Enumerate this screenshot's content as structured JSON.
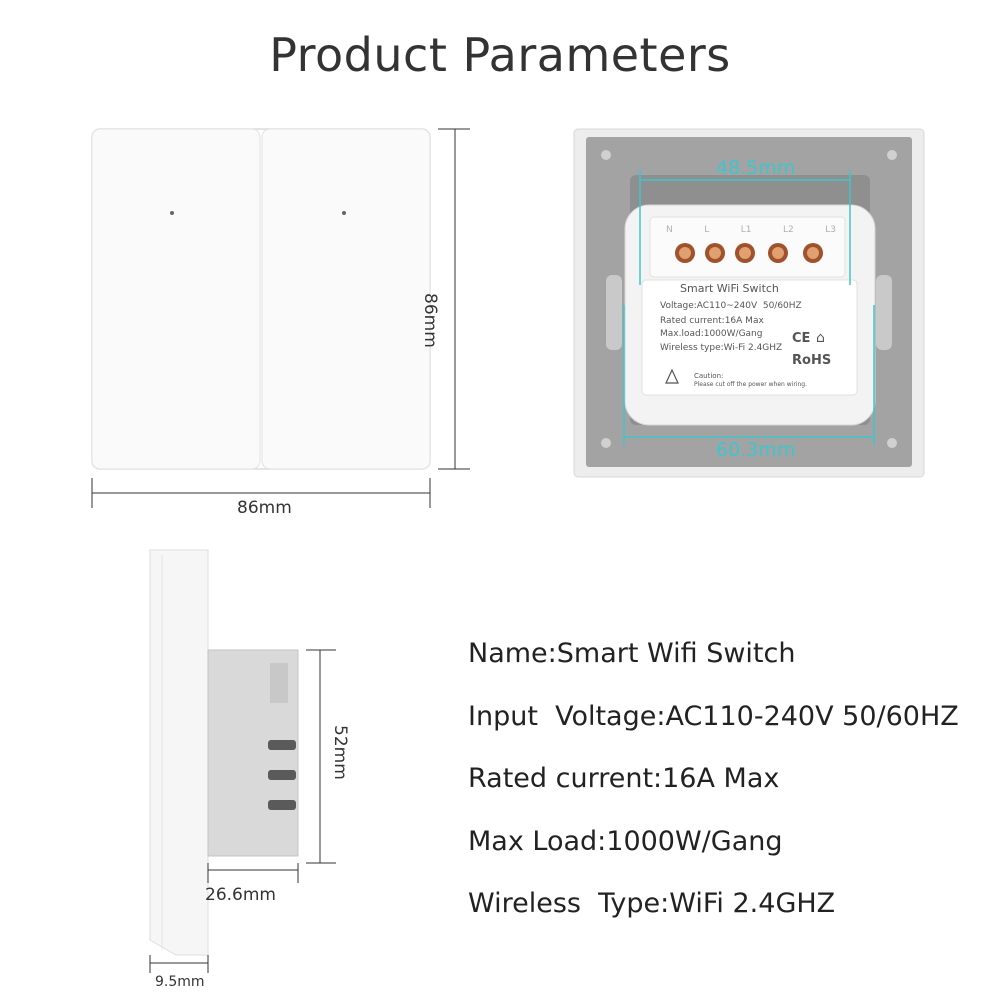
{
  "title": "Product Parameters",
  "front_view": {
    "width_label": "86mm",
    "height_label": "86mm"
  },
  "back_view": {
    "top_label": "48.5mm",
    "bottom_label": "60.3mm",
    "module_label": {
      "name": "Smart WiFi Switch",
      "voltage": "Voltage:AC110~240V  50/60HZ",
      "current": "Rated current:16A Max",
      "load": "Max.load:1000W/Gang",
      "wireless": "Wireless type:Wi-Fi 2.4GHZ",
      "marks": "CE",
      "rohs": "RoHS",
      "caution_title": "Caution:",
      "caution_text": "Please cut off the power when wiring.",
      "terminals": [
        "N",
        "L",
        "L1",
        "L2",
        "L3"
      ]
    }
  },
  "side_view": {
    "depth_label": "52mm",
    "body_label": "26.6mm",
    "panel_label": "9.5mm"
  },
  "specs": [
    "Name:Smart Wifi Switch",
    "Input  Voltage:AC110-240V 50/60HZ",
    "Rated current:16A Max",
    "Max Load:1000W/Gang",
    "Wireless  Type:WiFi 2.4GHZ"
  ],
  "colors": {
    "accent_cyan": "#3fc5cc",
    "plate_gray": "#9a9a9a"
  }
}
